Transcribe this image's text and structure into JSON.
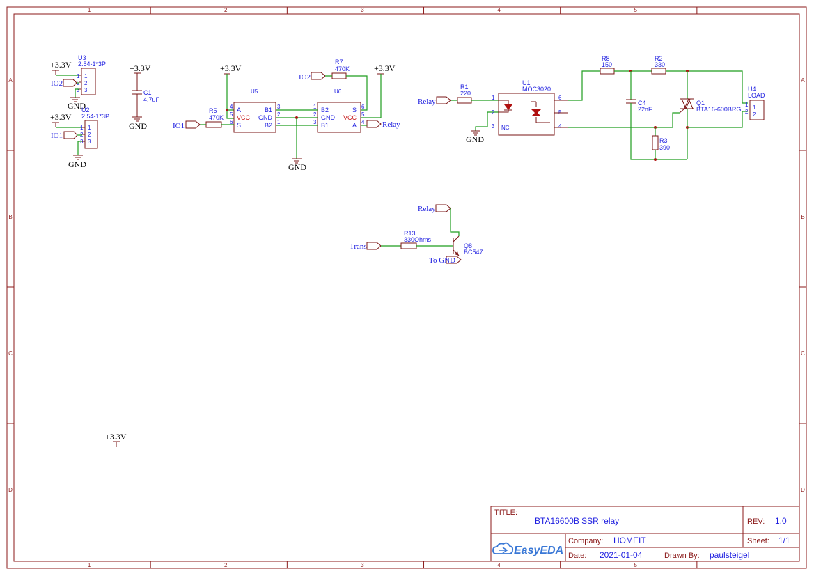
{
  "grid": {
    "columns": [
      "1",
      "2",
      "3",
      "4",
      "5"
    ],
    "rows": [
      "A",
      "B",
      "C",
      "D"
    ]
  },
  "title_block": {
    "title_label": "TITLE:",
    "title": "BTA16600B SSR relay",
    "rev_label": "REV:",
    "rev": "1.0",
    "company_label": "Company:",
    "company": "HOMEIT",
    "sheet_label": "Sheet:",
    "sheet": "1/1",
    "date_label": "Date:",
    "date": "2021-01-04",
    "drawn_label": "Drawn By:",
    "drawn_by": "paulsteigel",
    "logo": "EasyEDA"
  },
  "power": {
    "v33": "+3.3V",
    "gnd": "GND"
  },
  "nets": {
    "io1": "IO1",
    "io2": "IO2",
    "relay": "Relay",
    "trans": "Trans",
    "to_gnd": "To GND"
  },
  "components": {
    "u3": {
      "ref": "U3",
      "value": "2.54-1*3P"
    },
    "u2": {
      "ref": "U2",
      "value": "2.54-1*3P"
    },
    "c1": {
      "ref": "C1",
      "value": "4.7uF"
    },
    "r5": {
      "ref": "R5",
      "value": "470K"
    },
    "r7": {
      "ref": "R7",
      "value": "470K"
    },
    "u5": {
      "ref": "U5"
    },
    "u6": {
      "ref": "U6"
    },
    "r1": {
      "ref": "R1",
      "value": "220"
    },
    "u1": {
      "ref": "U1",
      "value": "MOC3020",
      "nc": "NC"
    },
    "r8": {
      "ref": "R8",
      "value": "150"
    },
    "r2": {
      "ref": "R2",
      "value": "330"
    },
    "c4": {
      "ref": "C4",
      "value": "22nF"
    },
    "r3": {
      "ref": "R3",
      "value": "390"
    },
    "q1": {
      "ref": "Q1",
      "value": "BTA16-600BRG"
    },
    "u4": {
      "ref": "U4",
      "value": "LOAD"
    },
    "r13": {
      "ref": "R13",
      "value": "330Ohms"
    },
    "q8": {
      "ref": "Q8",
      "value": "BC547"
    }
  },
  "level_shifter_pins": {
    "a": "A",
    "vcc": "VCC",
    "s": "S",
    "b1": "B1",
    "gnd": "GND",
    "b2": "B2"
  },
  "pin_numbers": [
    "1",
    "2",
    "3",
    "4",
    "5",
    "6"
  ],
  "colors": {
    "frame": "#8b1a1a",
    "wire": "#1f9d1f",
    "component": "#7a1414",
    "label": "#1e1ee0",
    "pin_name": "#c81e1e"
  }
}
